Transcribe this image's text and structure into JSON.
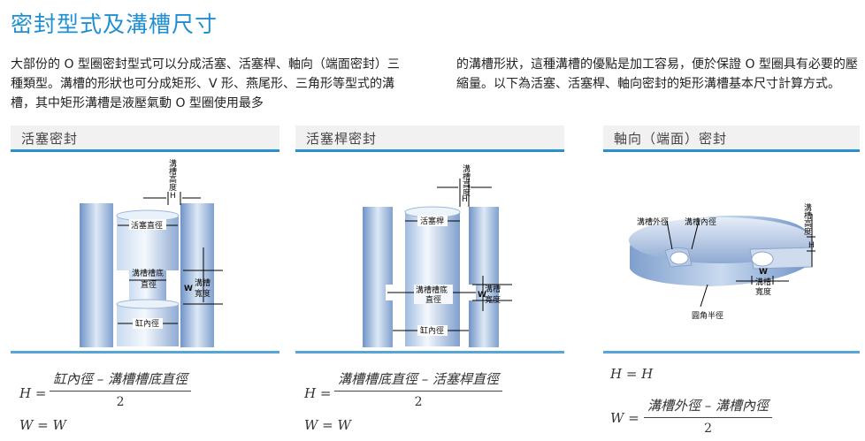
{
  "page": {
    "title": "密封型式及溝槽尺寸",
    "intro_left": "大部份的 O 型圈密封型式可以分成活塞、活塞桿、軸向（端面密封）三種類型。溝槽的形狀也可分成矩形、V 形、燕尾形、三角形等型式的溝槽，其中矩形溝槽是液壓氣動 O 型圈使用最多",
    "intro_right": "的溝槽形狀，這種溝槽的優點是加工容易，便於保證 O 型圈具有必要的壓縮量。以下為活塞、活塞桿、軸向密封的矩形溝槽基本尺寸計算方式。"
  },
  "sections": [
    {
      "heading": "活塞密封",
      "labels": {
        "groove_height": "溝槽高度",
        "h": "H",
        "piston_dia": "活塞直徑",
        "groove_bottom": "溝槽槽底",
        "dia": "直徑",
        "w": "W",
        "groove": "溝槽",
        "width": "寬度",
        "bore": "缸內徑"
      },
      "formula_h_lhs": "H =",
      "formula_h_num": "缸內徑 – 溝槽槽底直徑",
      "formula_h_den": "2",
      "formula_w": "W = W"
    },
    {
      "heading": "活塞桿密封",
      "labels": {
        "groove_height": "溝槽高度",
        "h": "H",
        "rod": "活塞桿",
        "groove_bottom": "溝槽槽底",
        "dia": "直徑",
        "w": "W",
        "groove": "溝槽",
        "width": "寬度",
        "bore": "缸內徑"
      },
      "formula_h_lhs": "H =",
      "formula_h_num": "溝槽槽底直徑 – 活塞桿直徑",
      "formula_h_den": "2",
      "formula_w": "W = W"
    },
    {
      "heading": "軸向（端面）密封",
      "labels": {
        "outer": "溝槽外徑",
        "inner": "溝槽內徑",
        "groove_height": "溝槽高度",
        "h": "H",
        "w": "W",
        "groove": "溝槽",
        "width": "寬度",
        "radius": "圓角半徑"
      },
      "formula_h": "H = H",
      "formula_w_lhs": "W =",
      "formula_w_num": "溝槽外徑 – 溝槽內徑",
      "formula_w_den": "2"
    }
  ],
  "colors": {
    "accent": "#2a8fcf",
    "title": "#1f8fd4",
    "metal_light": "#dde9f6",
    "metal_dark": "#6f93c7"
  }
}
